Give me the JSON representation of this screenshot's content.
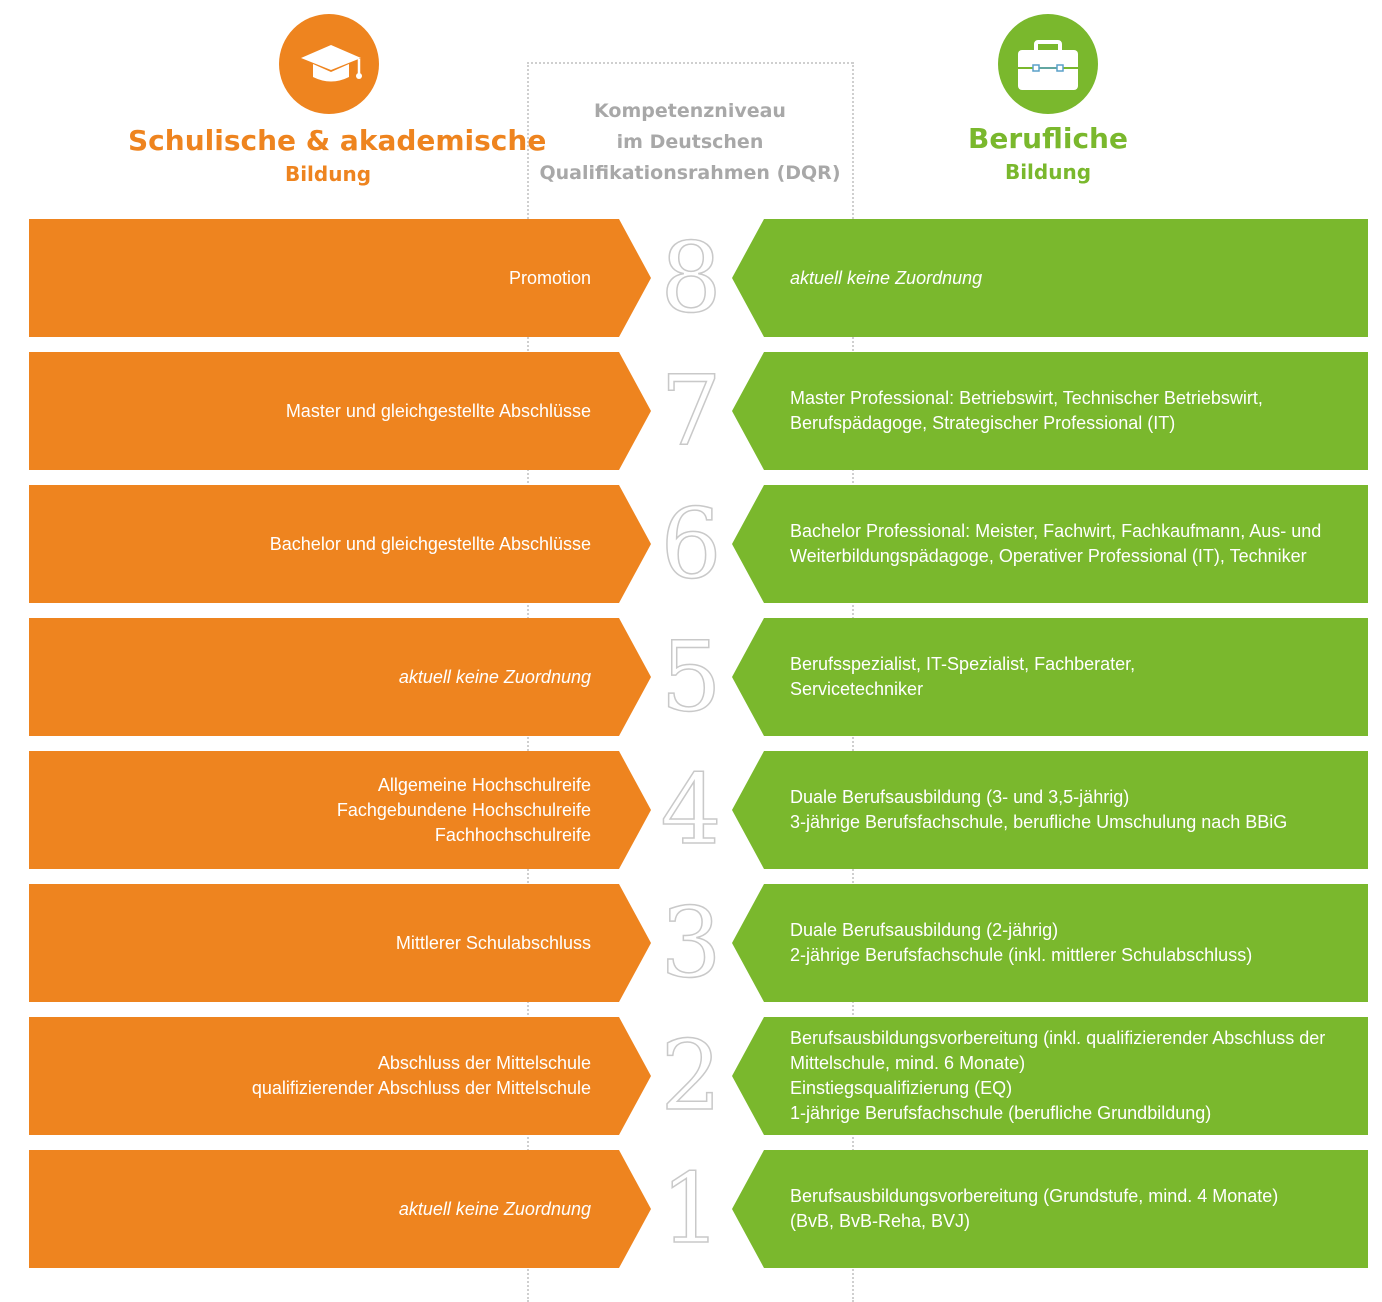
{
  "header": {
    "center": [
      "Kompetenzniveau",
      "im Deutschen",
      "Qualifikationsrahmen (DQR)"
    ],
    "left": {
      "title": "Schulische & akademische",
      "subtitle": "Bildung",
      "icon": "graduation-cap-icon"
    },
    "right": {
      "title": "Berufliche",
      "subtitle": "Bildung",
      "icon": "briefcase-icon"
    }
  },
  "colors": {
    "orange": "#ee841f",
    "green": "#7ab82d",
    "level_outline": "#c9c9c9"
  },
  "rows": [
    {
      "level": "8",
      "left": [
        "Promotion"
      ],
      "left_italic": false,
      "right": [
        "aktuell keine Zuordnung"
      ],
      "right_italic": true
    },
    {
      "level": "7",
      "left": [
        "Master und gleichgestellte Abschlüsse"
      ],
      "left_italic": false,
      "right": [
        "Master Professional: Betriebswirt, Technischer Betriebswirt,",
        "Berufspädagoge, Strategischer Professional (IT)"
      ],
      "right_italic": false
    },
    {
      "level": "6",
      "left": [
        "Bachelor und gleichgestellte Abschlüsse"
      ],
      "left_italic": false,
      "right": [
        "Bachelor Professional: Meister, Fachwirt, Fachkaufmann, Aus- und",
        "Weiterbildungspädagoge, Operativer Professional (IT), Techniker"
      ],
      "right_italic": false
    },
    {
      "level": "5",
      "left": [
        "aktuell keine Zuordnung"
      ],
      "left_italic": true,
      "right": [
        "Berufsspezialist, IT-Spezialist, Fachberater,",
        "Servicetechniker"
      ],
      "right_italic": false
    },
    {
      "level": "4",
      "left": [
        "Allgemeine Hochschulreife",
        "Fachgebundene Hochschulreife",
        "Fachhochschulreife"
      ],
      "left_italic": false,
      "right": [
        "Duale Berufsausbildung (3- und 3,5-jährig)",
        "3-jährige Berufsfachschule, berufliche Umschulung nach BBiG"
      ],
      "right_italic": false
    },
    {
      "level": "3",
      "left": [
        "Mittlerer Schulabschluss"
      ],
      "left_italic": false,
      "right": [
        "Duale Berufsausbildung (2-jährig)",
        "2-jährige Berufsfachschule (inkl. mittlerer Schulabschluss)"
      ],
      "right_italic": false
    },
    {
      "level": "2",
      "left": [
        "Abschluss der Mittelschule",
        "qualifizierender Abschluss der Mittelschule"
      ],
      "left_italic": false,
      "right": [
        "Berufsausbildungsvorbereitung (inkl. qualifizierender Abschluss der",
        "Mittelschule, mind. 6 Monate)",
        "Einstiegsqualifizierung (EQ)",
        "1-jährige Berufsfachschule (berufliche Grundbildung)"
      ],
      "right_italic": false
    },
    {
      "level": "1",
      "left": [
        "aktuell keine Zuordnung"
      ],
      "left_italic": true,
      "right": [
        "Berufsausbildungsvorbereitung (Grundstufe, mind. 4 Monate)",
        "(BvB, BvB-Reha, BVJ)"
      ],
      "right_italic": false
    }
  ]
}
